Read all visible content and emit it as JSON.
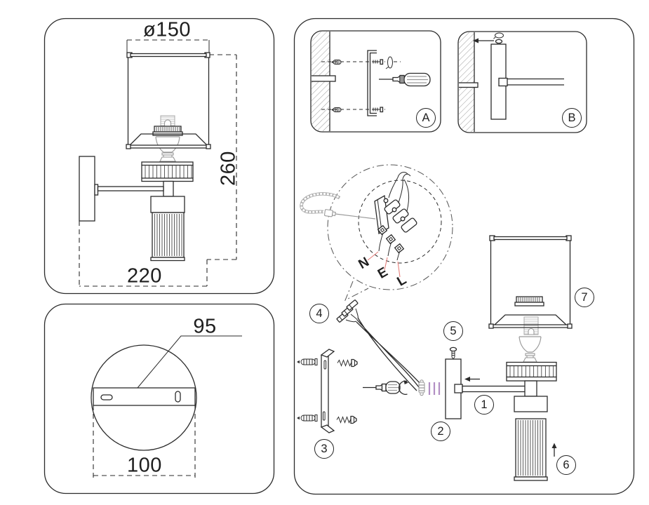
{
  "dims": {
    "diameter": "ø150",
    "height": "260",
    "depth": "220",
    "bracket": "95",
    "plate": "100"
  },
  "wiring": {
    "n": "N",
    "e": "E",
    "l": "L"
  },
  "steps": {
    "a": "A",
    "b": "B",
    "s1": "1",
    "s2": "2",
    "s3": "3",
    "s4": "4",
    "s5": "5",
    "s6": "6",
    "s7": "7"
  },
  "colors": {
    "line": "#2b2b2b",
    "leader_red": "#e6807c",
    "wire_purple": "#b28fc4"
  },
  "icons": {
    "screwdriver": "screwdriver-icon",
    "rotate": "rotation-arrow-icon",
    "direction": "arrow-icon",
    "wall": "hatched-wall-section"
  }
}
